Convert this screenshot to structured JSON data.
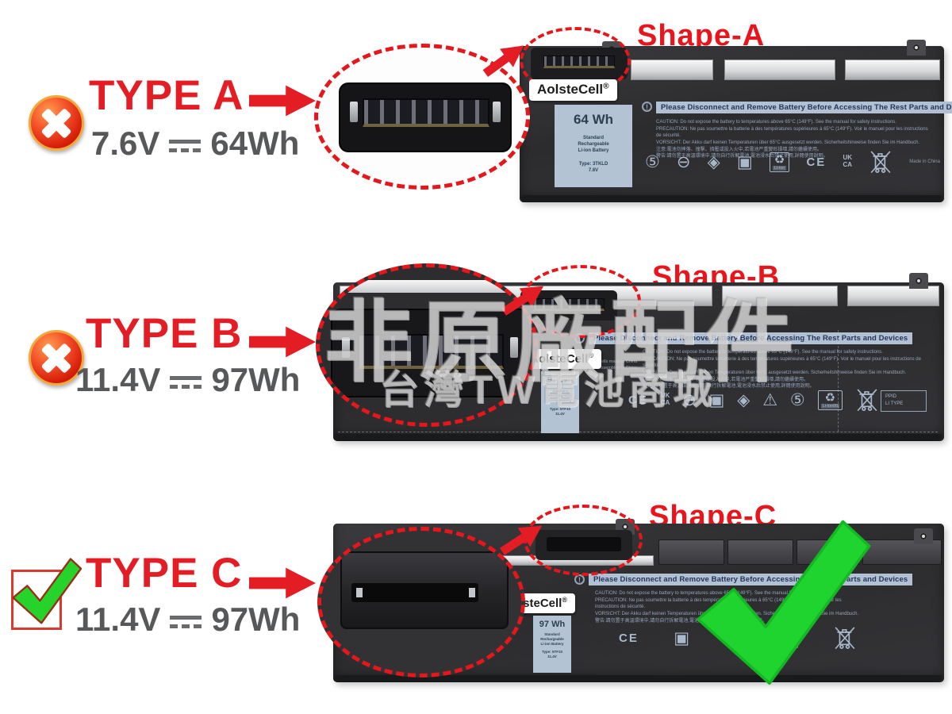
{
  "ui": {
    "info_glyph": "!"
  },
  "watermark": {
    "line1": "非原廠配件",
    "line2": "台灣TW電池商城"
  },
  "colors": {
    "accent_red": "#e41d25",
    "spec_gray": "#57585a",
    "check_green": "#1fd42f",
    "label_blue": "#b3c3d4"
  },
  "rows": [
    {
      "verdict": "incompatible",
      "type_label": "TYPE A",
      "voltage": "7.6V",
      "capacity": "64Wh",
      "shape_label": "Shape-A",
      "battery": {
        "brand": "AolsteCell",
        "brand_reg": "®",
        "wh": "64 Wh",
        "wh_lines": "Standard\nRechargeable\nLi-ion Battery",
        "wh_type": "Type: 3TKLD\n7.6V",
        "warning_strip": "Please Disconnect and Remove Battery Before Accessing The Rest Parts and Devices",
        "caution": [
          "CAUTION: Do not expose the battery to temperatures above 65°C (149°F). See the manual for safety instructions.",
          "PRECAUTION: Ne pas soumettre la batterie à des températures supérieures à 65°C (149°F). Voir le manuel pour les instructions de sécurité.",
          "VORSICHT: Der Akku darf keinen Temperaturen über 65°C ausgesetzt werden. Sicherheitshinweise finden Sie im Handbuch.",
          "注意:電池勿摔落、撞擊、擠壓或投入火中,若電池严重變形損壞,請勿繼續使用。",
          "警告:請勿置于高溫環境中,請勿自行拆解電池,電池浸水后禁止使用,詳閱使用說明。"
        ],
        "glyphs": [
          "⚠",
          "⑤",
          "⊖",
          "◈",
          "▣"
        ],
        "ce": "CE",
        "ukca": "UK\nCA",
        "li_ion_caption": "Li-ion",
        "made_in": "Made in China"
      }
    },
    {
      "verdict": "incompatible",
      "type_label": "TYPE B",
      "voltage": "11.4V",
      "capacity": "97Wh",
      "shape_label": "Shape-B",
      "battery": {
        "brand": "AolsteCell",
        "brand_reg": "®",
        "wh": "97 Wh",
        "wh_lines": "Standard\nRechargeable\nLi-ion Battery",
        "wh_type": "Type: 5TF10\n11.4V",
        "warning_strip": "Please Disconnect and Remove Battery Before Accessing The Rest Parts and Devices",
        "cells_made": "Cells made in China\nAssembled in China",
        "caution": [
          "CAUTION: Do not expose the battery to temperatures above 65°C (149°F). See the manual for safety instructions.",
          "PRECAUTION: Ne pas soumettre la batterie à des températures supérieures à 65°C (149°F). Voir le manuel pour les instructions de sécurité.",
          "VORSICHT: Der Akku darf keinen Temperaturen über 65°C ausgesetzt werden. Sicherheitshinweise finden Sie im Handbuch.",
          "注意:電池勿摔落、撞擊、擠壓或投入火中,若電池严重變形損壞,請勿繼續使用。",
          "警告:請勿置于高溫環境中,請勿自行拆解電池,電池浸水后禁止使用,詳閱使用說明。"
        ],
        "glyphs": [
          "⊖",
          "▣",
          "◈",
          "⚠",
          "⑤"
        ],
        "ce": "CE",
        "ukca": "UK\nCA",
        "li_ion_caption": "Li-ion00",
        "ppid": "PPID\nLI TYPE"
      }
    },
    {
      "verdict": "compatible",
      "type_label": "TYPE C",
      "voltage": "11.4V",
      "capacity": "97Wh",
      "shape_label": "Shape-C",
      "battery": {
        "brand": "AolsteCell",
        "brand_reg": "®",
        "wh": "97 Wh",
        "wh_lines": "Standard\nRechargeable\nLi-ion Battery",
        "wh_type": "Type: 5TF10\n11.4V",
        "warning_strip": "Please Disconnect and Remove Battery Before Accessing The Rest Parts and Devices",
        "caution": [
          "CAUTION: Do not expose the battery to temperatures above 65°C (149°F). See the manual for safety instructions.",
          "PRECAUTION: Ne pas soumettre la batterie à des températures supérieures à 65°C (149°F). Voir le manuel pour les instructions de sécurité.",
          "VORSICHT: Der Akku darf keinen Temperaturen über 65°C ausgesetzt werden. Sicherheitshinweise finden Sie im Handbuch.",
          "警告:請勿置于高溫環境中,請勿自行拆解電池,電池浸水后禁止使用,詳閱使用說明。"
        ],
        "glyphs": [
          "▣",
          "◈"
        ],
        "ce": "CE",
        "li_ion_caption": "Li-ion00"
      }
    }
  ]
}
